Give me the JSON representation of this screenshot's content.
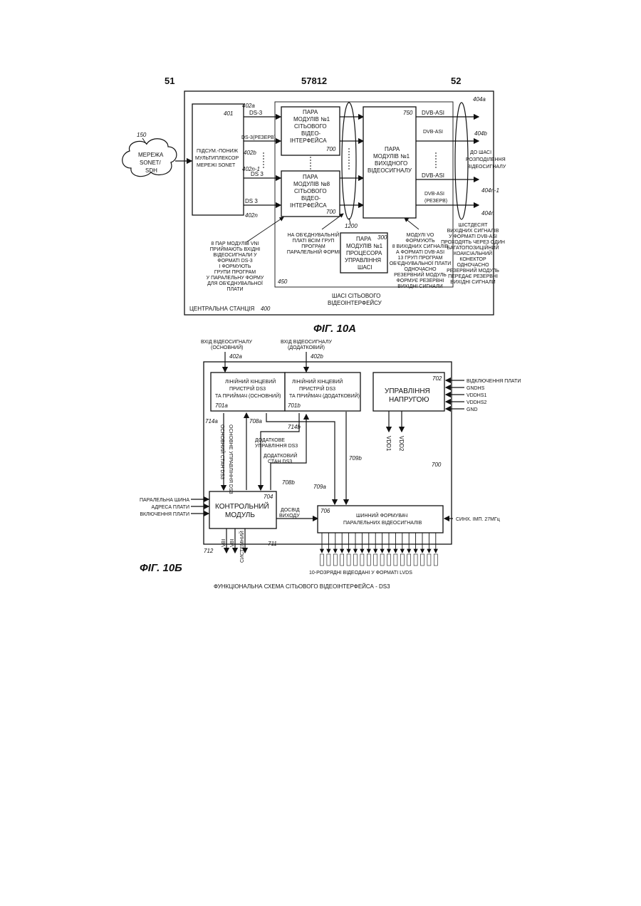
{
  "header": {
    "left": "51",
    "center": "57812",
    "right": "52"
  },
  "fig10a": {
    "caption": "ФІГ. 10А",
    "station_label": "ЦЕНТРАЛЬНА СТАНЦІЯ",
    "station_ref": "400",
    "chassis_label": [
      "ШАСІ СІТЬОВОГО",
      "ВІДЕОІНТЕРФЕЙСУ"
    ],
    "chassis_ref": "450",
    "network": {
      "ref": "150",
      "lines": [
        "МЕРЕЖА",
        "SONET/",
        "SDH"
      ]
    },
    "mux": {
      "ref": "401",
      "lines": [
        "ПІДСУМ.-ПОНИЖ",
        "МУЛЬТИПЛЕКСОР",
        "МЕРЕЖІ SONET"
      ]
    },
    "ds3_labels": [
      "DS-3",
      "DS-3(РЕЗЕРВ)",
      "DS 3",
      "DS 3"
    ],
    "ds3_refs": [
      "402a",
      "402b",
      "402n-1",
      "402n"
    ],
    "vni_top": {
      "lines": [
        "ПАРА",
        "МОДУЛІВ №1",
        "СІТЬОВОГО",
        "ВІДЕО-",
        "ІНТЕРФЕЙСА"
      ],
      "ref": "700"
    },
    "vni_bottom": {
      "lines": [
        "ПАРА",
        "МОДУЛІВ №8",
        "СІТЬОВОГО",
        "ВІДЕО-",
        "ІНТЕРФЕЙСА"
      ],
      "ref": "700"
    },
    "bus_ref": "1200",
    "output": {
      "ref": "750",
      "lines": [
        "ПАРА",
        "МОДУЛІВ №1",
        "ВИХІДНОГО",
        "ВІДЕОСИГНАЛУ"
      ]
    },
    "dvb_labels": [
      "DVB-ASI",
      "DVB-ASI",
      "DVB-ASI",
      "DVB-ASI",
      "(РЕЗЕРВ)"
    ],
    "out_refs": [
      "404a",
      "404b",
      "404n-1",
      "404n"
    ],
    "distribution": [
      "ДО ШАСІ",
      "РОЗПОДІЛЕННЯ",
      "ВІДЕОСИГНАЛУ"
    ],
    "processor": {
      "ref": "300",
      "lines": [
        "ПАРА",
        "МОДУЛІВ №1",
        "ПРОЦЕСОРА",
        "УПРАВЛІННЯ",
        "ШАСІ"
      ]
    },
    "note_left": [
      "8 ПАР МОДУЛІВ VNI",
      "ПРИЙМАЮТЬ ВХІДНІ",
      "ВІДЕОСИГНАЛИ У",
      "ФОРМАТІ DS-3",
      "І ФОРМУЮТЬ",
      "ГРУПИ ПРОГРАМ",
      "У ПАРАЛЕЛЬНУ ФОРМУ",
      "ДЛЯ ОБ'ЄДНУВАЛЬНОЇ",
      "ПЛАТИ"
    ],
    "note_bus": [
      "НА ОБ'ЄДНУВАЛЬНІЙ",
      "ПЛАТІ ВСІМ ГРУП",
      "ПРОГРАМ",
      "ПАРАЛЕЛЬНІЙ ФОРМІ"
    ],
    "note_mid": [
      "МОДУЛІ VO",
      "ФОРМУЮТЬ",
      "8 ВИХІДНИХ СИГНАЛІВ",
      "А ФОРМАТІ DVB-ASI",
      "13 ГРУП ПРОГРАМ",
      "ОБ'ЄДНУВАЛЬНОЇ ПЛАТИ",
      "ОДНОЧАСНО",
      "РЕЗЕРВНИЙ МОДУЛЬ",
      "ФОРМУЄ РЕЗЕРВНІ",
      "ВИХІДНІ СИГНАЛИ"
    ],
    "note_right": [
      "ШІСТДЕСЯТ",
      "ВИХІДНИХ СИГНАЛІВ",
      "У ФОРМАТІ DVB-ASI",
      "ПРОХОДЯТЬ ЧЕРЕЗ ОДИН",
      "БАГАТОПОЗИЦІЙНИЙ",
      "КОАКСІАЛЬНИЙ",
      "КОНЕКТОР",
      "ОДНОЧАСНО",
      "РЕЗЕРВНИЙ МОДУЛЬ",
      "ПЕРЕДАЄ РЕЗЕРВНІ",
      "ВИХІДНІ СИГНАЛИ"
    ]
  },
  "fig10b": {
    "caption": "ФІГ. 10Б",
    "title": "ФУНКЦІОНАЛЬНА СХЕМА СІТЬОВОГО ВІДЕОІНТЕРФЕЙСА - DS3",
    "board_ref": "700",
    "input_main": {
      "lines": [
        "ВХІД ВІДЕОСИГНАЛУ",
        "(ОСНОВНИЙ)"
      ],
      "ref": "402a"
    },
    "input_extra": {
      "lines": [
        "ВХІД ВІДЕОСИГНАЛУ",
        "(ДОДАТКОВИЙ)"
      ],
      "ref": "402b"
    },
    "line_main": {
      "lines": [
        "ЛІНІЙНИЙ КІНЦЕВИЙ",
        "ПРИСТРІЙ DS3",
        "ТА ПРИЙМАЧ (ОСНОВНИЙ)"
      ],
      "ref": "701a"
    },
    "line_extra": {
      "lines": [
        "ЛІНІЙНИЙ КІНЦЕВИЙ",
        "ПРИСТРІЙ DS3",
        "ТА ПРИЙМАЧ (ДОДАТКОВИЙ)"
      ],
      "ref": "701b"
    },
    "power": {
      "lines": [
        "УПРАВЛІННЯ",
        "НАПРУГОЮ"
      ],
      "ref": "702"
    },
    "power_inputs": [
      "ВІДКЛЮЧЕННЯ ПЛАТИ",
      "GNDHS",
      "VDDHS1",
      "VDDHS2",
      "GND"
    ],
    "power_outputs": [
      "VDD1",
      "VDD2"
    ],
    "control": {
      "lines": [
        "КОНТРОЛЬНИЙ",
        "МОДУЛЬ"
      ],
      "ref": "704"
    },
    "control_inputs": [
      "ПАРАЛЕЛЬНА ШИНА",
      "АДРЕСА ПЛАТИ",
      "ВКЛЮЧЕННЯ ПЛАТИ"
    ],
    "control_bottom": [
      "VBI",
      "VBI",
      "CИСТЕМНИЙ"
    ],
    "control_refs": [
      "712",
      "711"
    ],
    "former": {
      "lines": [
        "ШИННИЙ ФОРМУВАЧ",
        "ПАРАЛЕЛЬНИХ ВІДЕОСИГНАЛІВ"
      ],
      "ref": "706"
    },
    "sync": "СИНХ. ІМП. 27МГц",
    "signal_refs": [
      "714a",
      "708a",
      "714b",
      "708b",
      "709b",
      "709a"
    ],
    "vert_main": [
      "ОСНОВНИЙ СТАН DS3",
      "ОСНОВНЕ УПРАВЛІННЯ DS3"
    ],
    "extra_ctrl": [
      "ДОДАТКОВЕ",
      "УПРАВЛІННЯ DS3"
    ],
    "extra_state": [
      "ДОДАТКОВИЙ",
      "СТАН DS3"
    ],
    "valid": [
      "ДОСВІД",
      "ВИХОДУ"
    ],
    "lvds": "10-РОЗРЯДНІ ВІДЕОДАНІ У ФОРМАТІ LVDS",
    "pin_count": 18
  }
}
